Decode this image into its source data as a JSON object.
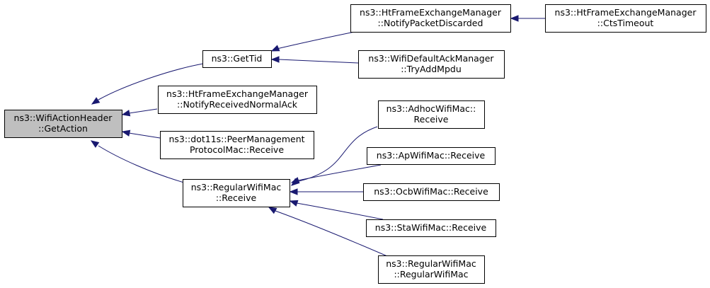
{
  "nodes": [
    {
      "id": "getaction",
      "lines": [
        "ns3::WifiActionHeader",
        "::GetAction"
      ],
      "highlight": true
    },
    {
      "id": "gettid",
      "lines": [
        "ns3::GetTid"
      ],
      "highlight": false
    },
    {
      "id": "notifyreceivednormalack",
      "lines": [
        "ns3::HtFrameExchangeManager",
        "::NotifyReceivedNormalAck"
      ],
      "highlight": false
    },
    {
      "id": "peermgmt",
      "lines": [
        "ns3::dot11s::PeerManagement",
        "ProtocolMac::Receive"
      ],
      "highlight": false
    },
    {
      "id": "regularreceive",
      "lines": [
        "ns3::RegularWifiMac",
        "::Receive"
      ],
      "highlight": false
    },
    {
      "id": "notifypacketdiscarded",
      "lines": [
        "ns3::HtFrameExchangeManager",
        "::NotifyPacketDiscarded"
      ],
      "highlight": false
    },
    {
      "id": "ctstimeout",
      "lines": [
        "ns3::HtFrameExchangeManager",
        "::CtsTimeout"
      ],
      "highlight": false
    },
    {
      "id": "tryaddmpdu",
      "lines": [
        "ns3::WifiDefaultAckManager",
        "::TryAddMpdu"
      ],
      "highlight": false
    },
    {
      "id": "adhocreceive",
      "lines": [
        "ns3::AdhocWifiMac::",
        "Receive"
      ],
      "highlight": false
    },
    {
      "id": "apreceive",
      "lines": [
        "ns3::ApWifiMac::Receive"
      ],
      "highlight": false
    },
    {
      "id": "ocbreceive",
      "lines": [
        "ns3::OcbWifiMac::Receive"
      ],
      "highlight": false
    },
    {
      "id": "stareceive",
      "lines": [
        "ns3::StaWifiMac::Receive"
      ],
      "highlight": false
    },
    {
      "id": "regularctor",
      "lines": [
        "ns3::RegularWifiMac",
        "::RegularWifiMac"
      ],
      "highlight": false
    }
  ],
  "edges": [
    {
      "from": "gettid",
      "to": "getaction"
    },
    {
      "from": "notifyreceivednormalack",
      "to": "getaction"
    },
    {
      "from": "peermgmt",
      "to": "getaction"
    },
    {
      "from": "regularreceive",
      "to": "getaction"
    },
    {
      "from": "notifypacketdiscarded",
      "to": "gettid"
    },
    {
      "from": "tryaddmpdu",
      "to": "gettid"
    },
    {
      "from": "ctstimeout",
      "to": "notifypacketdiscarded"
    },
    {
      "from": "adhocreceive",
      "to": "regularreceive"
    },
    {
      "from": "apreceive",
      "to": "regularreceive"
    },
    {
      "from": "ocbreceive",
      "to": "regularreceive"
    },
    {
      "from": "stareceive",
      "to": "regularreceive"
    },
    {
      "from": "regularctor",
      "to": "regularreceive"
    }
  ]
}
